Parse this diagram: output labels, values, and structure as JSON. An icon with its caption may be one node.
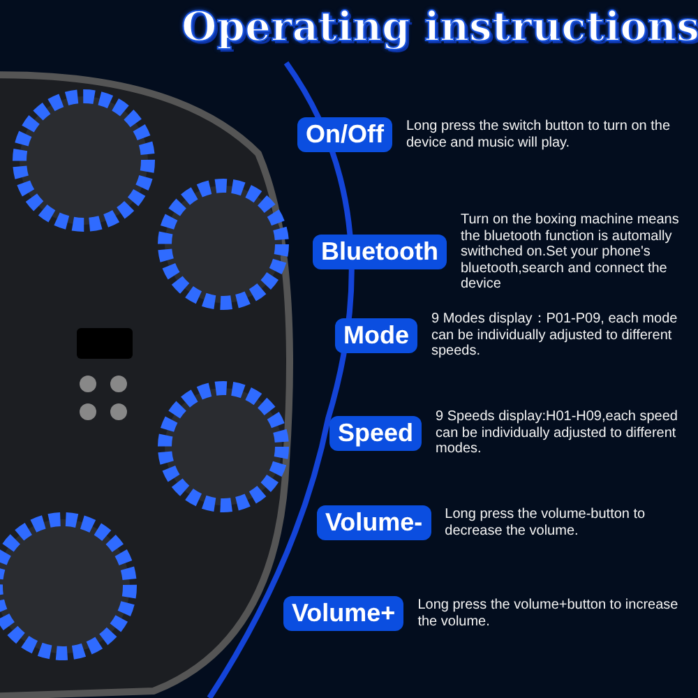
{
  "diagram": {
    "title": "Operating instructions",
    "nodes": [
      {
        "text": [
          "On/Off"
        ],
        "beside": [
          "Long press the switch button to turn on the device and music will play."
        ]
      },
      {
        "text": [
          "Bluetooth"
        ],
        "beside": [
          "Turn on the boxing machine means the bluetooth function is automally swithched on.Set your phone's bluetooth,search and connect the device"
        ]
      },
      {
        "text": [
          "Mode"
        ],
        "beside": [
          "9 Modes display：P01-P09, each mode can be individually adjusted to different speeds."
        ]
      },
      {
        "text": [
          "Speed"
        ],
        "beside": [
          "9 Speeds display:H01-H09,each speed can be individually adjusted to different modes."
        ]
      },
      {
        "text": [
          "Volume-"
        ],
        "beside": [
          "Long press the volume-button to decrease the volume."
        ]
      },
      {
        "text": [
          "Volume+"
        ],
        "beside": [
          "Long press the volume+button to increase the volume."
        ]
      }
    ]
  }
}
